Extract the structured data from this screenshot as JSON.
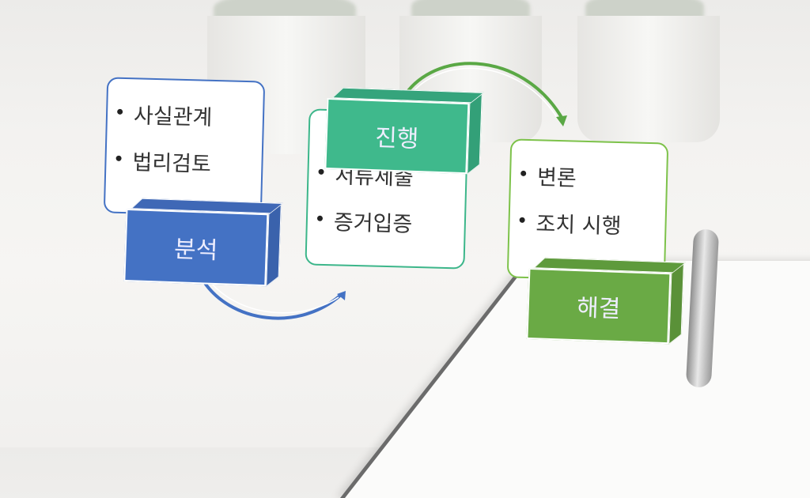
{
  "stages": [
    {
      "title": "분석",
      "color": "#4472c4",
      "items": [
        "사실관계",
        "법리검토"
      ]
    },
    {
      "title": "진행",
      "color": "#3cb68a",
      "items": [
        "서류제출",
        "증거입증"
      ]
    },
    {
      "title": "해결",
      "color": "#6aaa45",
      "items": [
        "변론",
        "조치 시행"
      ]
    }
  ]
}
